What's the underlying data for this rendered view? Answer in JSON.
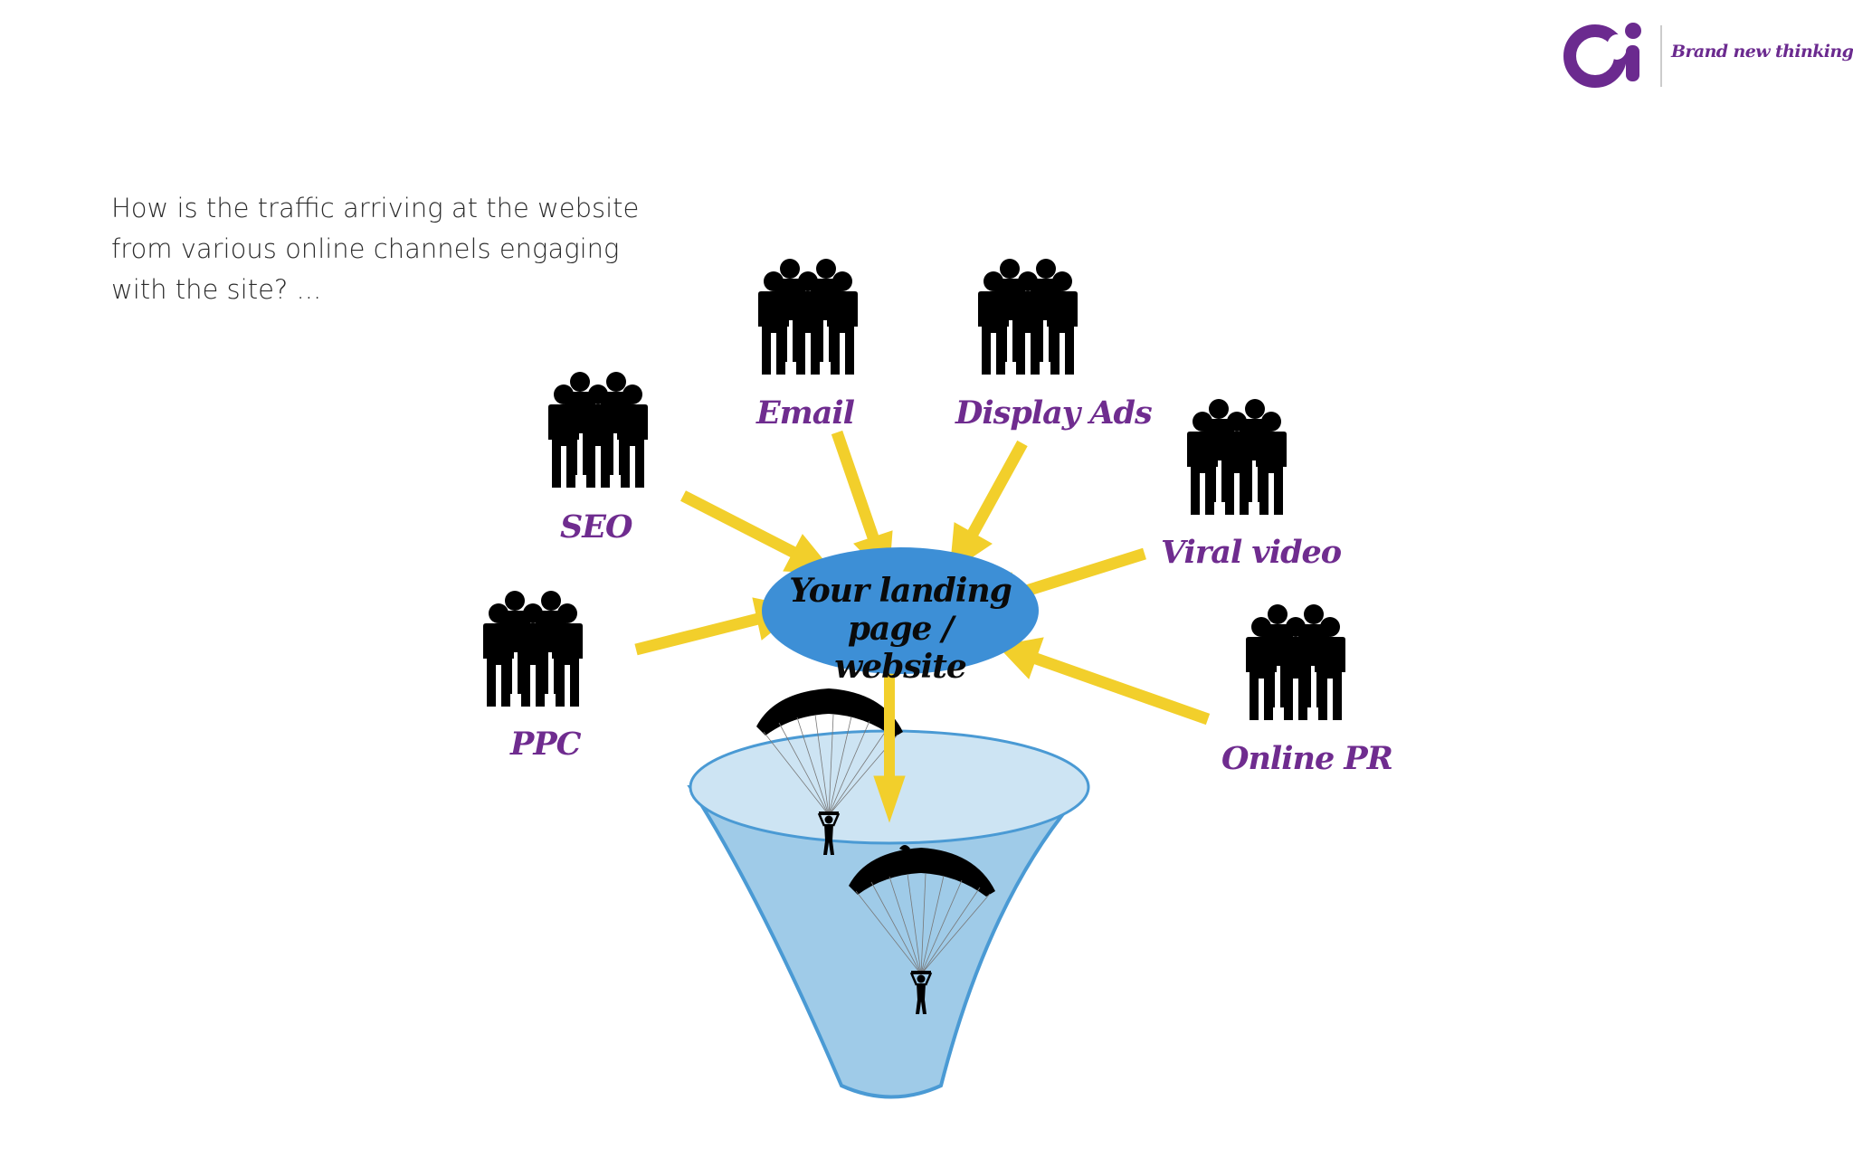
{
  "brand": {
    "logo_text": "Oi",
    "tagline": "Brand new thinking",
    "color": "#6b2a8f"
  },
  "intro": {
    "text": "How is the traffic arriving at the website from various online channels engaging with the site? ..."
  },
  "hub": {
    "label_line1": "Your landing",
    "label_line2": "page / website",
    "fill": "#3d8fd6"
  },
  "channels": [
    {
      "id": "seo",
      "label": "SEO",
      "icon": "people-group-icon"
    },
    {
      "id": "ppc",
      "label": "PPC",
      "icon": "people-group-icon"
    },
    {
      "id": "email",
      "label": "Email",
      "icon": "people-group-icon"
    },
    {
      "id": "display-ads",
      "label": "Display Ads",
      "icon": "people-group-icon"
    },
    {
      "id": "viral-video",
      "label": "Viral video",
      "icon": "people-group-icon"
    },
    {
      "id": "online-pr",
      "label": "Online PR",
      "icon": "people-group-icon"
    }
  ],
  "funnel": {
    "icon": "funnel-icon",
    "fill": "#9fcbe8",
    "parachutists": [
      "parachutist-icon",
      "parachutist-icon"
    ]
  },
  "colors": {
    "arrow": "#f2cf2b",
    "label": "#6f2c8f",
    "people": "#000000"
  }
}
